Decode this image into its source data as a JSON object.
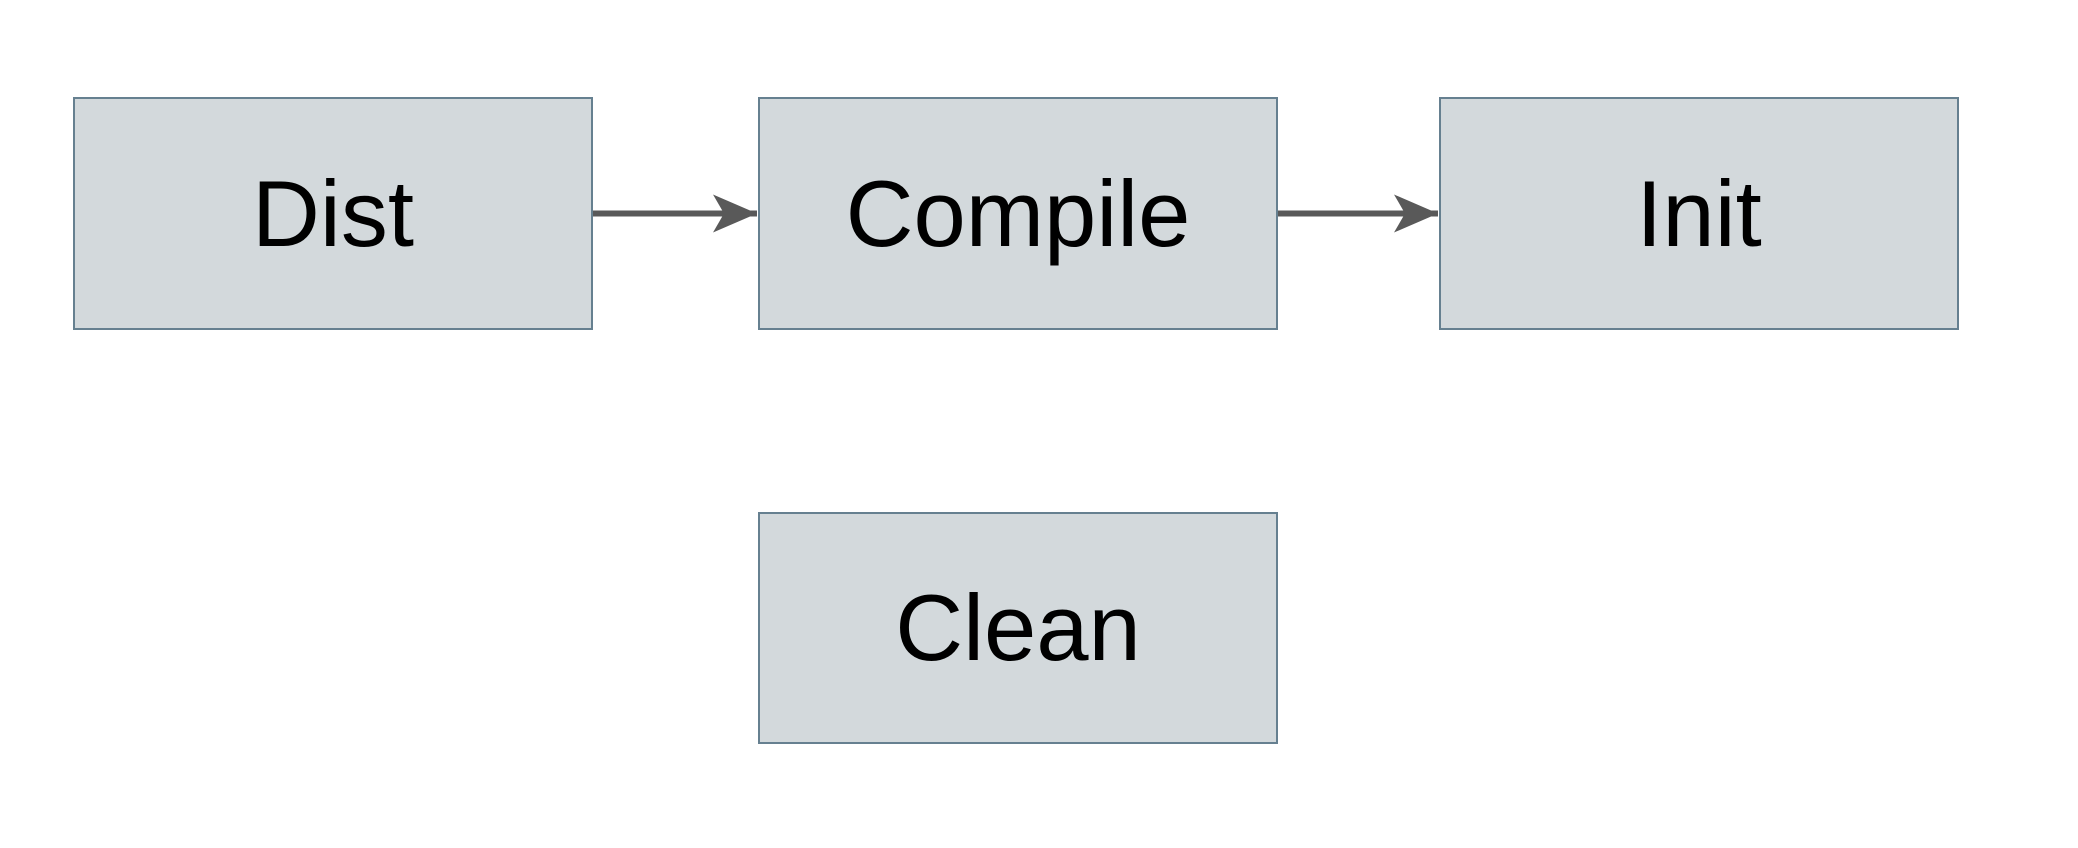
{
  "diagram": {
    "type": "flowchart",
    "background_color": "#ffffff",
    "node_fill_color": "#d3d9dc",
    "node_border_color": "#668090",
    "arrow_color": "#595959",
    "text_color": "#000000",
    "nodes": [
      {
        "id": "dist",
        "label": "Dist"
      },
      {
        "id": "compile",
        "label": "Compile"
      },
      {
        "id": "init",
        "label": "Init"
      },
      {
        "id": "clean",
        "label": "Clean"
      }
    ],
    "edges": [
      {
        "from": "Dist",
        "to": "Compile"
      },
      {
        "from": "Compile",
        "to": "Init"
      }
    ]
  }
}
